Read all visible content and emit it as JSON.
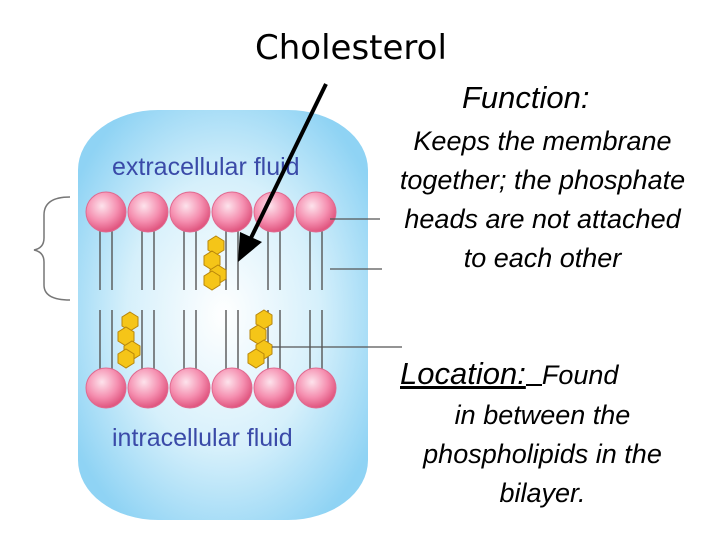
{
  "title": "Cholesterol",
  "diagram_labels": {
    "extracellular": "extracellular fluid",
    "intracellular": "intracellular fluid"
  },
  "function": {
    "heading": "Function:",
    "text": "Keeps the membrane together; the phosphate heads are not attached to each other"
  },
  "location": {
    "heading": "Location:",
    "first_word": "Found",
    "rest": "in between the phospholipids in the bilayer."
  },
  "colors": {
    "fluid_glow": "#8fd3f4",
    "phosphate_head": "#f58fb0",
    "cholesterol": "#f5c518",
    "label_text": "#3a4aa8",
    "arrow": "#000000"
  }
}
